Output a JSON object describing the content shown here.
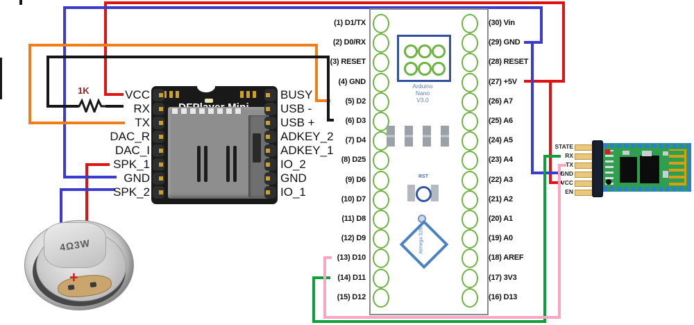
{
  "colors": {
    "wire_red": "#e01212",
    "wire_blue": "#3b3bd0",
    "wire_orange": "#ef7d1a",
    "wire_black": "#161616",
    "wire_green": "#0aa03c",
    "wire_pink": "#f7a6c4",
    "pcb_green": "#2f9e4e",
    "nano_outline": "#8a8a8a",
    "pin_hole_green": "#6db33f",
    "icsp_box_blue": "#3250a0",
    "nano_text_blue": "#5b7dc2",
    "resistor_label_red": "#9b1d1d"
  },
  "dfplayer": {
    "title": "DFPlayer Mini",
    "left_pins": [
      "VCC",
      "RX",
      "TX",
      "DAC_R",
      "DAC_I",
      "SPK_1",
      "GND",
      "SPK_2"
    ],
    "right_pins": [
      "BUSY",
      "USB -",
      "USB +",
      "ADKEY_2",
      "ADKEY_1",
      "IO_2",
      "GND",
      "IO_1"
    ],
    "resistor_label": "1K"
  },
  "arduino": {
    "left_pins": [
      "(1) D1/TX",
      "(2) D0/RX",
      "(3) RESET",
      "(4) GND",
      "(5) D2",
      "(6) D3",
      "(7) D4",
      "(8) D25",
      "(9) D6",
      "(10) D7",
      "(11) D8",
      "(12) D9",
      "(13) D10",
      "(14) D11",
      "(15) D12"
    ],
    "right_pins": [
      "(30) Vin",
      "(29) GND",
      "(28) RESET",
      "(27) +5V",
      "(26) A7",
      "(25) A6",
      "(24) A5",
      "(23) A4",
      "(22) A3",
      "(21) A2",
      "(20) A1",
      "(19) A0",
      "(18) AREF",
      "(17) 3V3",
      "(16) D13"
    ],
    "board_label_1": "Arduino",
    "board_label_2": "Nano",
    "board_label_3": "V3.0",
    "reset_label": "RST",
    "chip_label": "Atmega 328P"
  },
  "bluetooth": {
    "pins": [
      "STATE",
      "RX",
      "TX",
      "GND",
      "VCC",
      "EN"
    ]
  },
  "speaker": {
    "rating": "4Ω3W",
    "plus_mark": "+"
  }
}
